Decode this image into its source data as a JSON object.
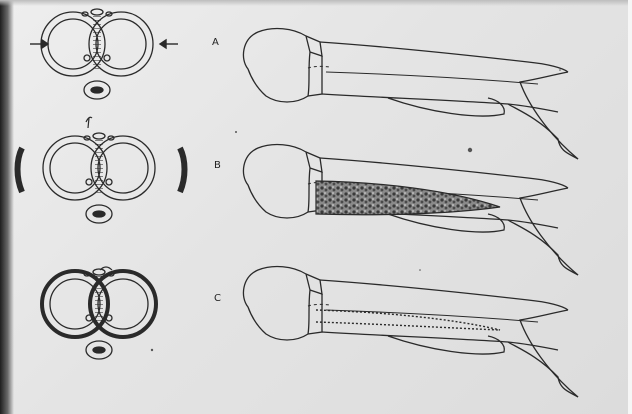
{
  "rows": [
    {
      "label": "A",
      "compression": "arrows"
    },
    {
      "label": "B",
      "compression": "splint",
      "lesion": "filled"
    },
    {
      "label": "C",
      "compression": "thickened",
      "lesion": "stitched"
    }
  ],
  "colors": {
    "paper": "#e6e6e6",
    "ink": "#2a2a2a",
    "lesion_fill": "#6d6d6d"
  }
}
